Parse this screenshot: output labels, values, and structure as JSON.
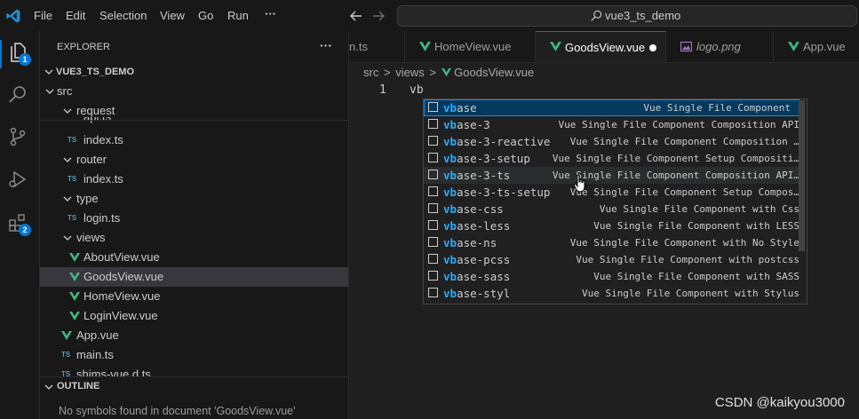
{
  "menu": {
    "file": "File",
    "edit": "Edit",
    "selection": "Selection",
    "view": "View",
    "go": "Go",
    "run": "Run",
    "more": "···"
  },
  "search": {
    "text": "vue3_ts_demo"
  },
  "activity": {
    "explorer_badge": "1",
    "extensions_badge": "2"
  },
  "sidebar": {
    "title": "EXPLORER",
    "more": "···",
    "project": "VUE3_TS_DEMO",
    "tree": [
      {
        "label": "src"
      },
      {
        "label": "request"
      },
      {
        "label": "api.ts"
      },
      {
        "label": "index.ts"
      },
      {
        "label": "router"
      },
      {
        "label": "index.ts"
      },
      {
        "label": "type"
      },
      {
        "label": "login.ts"
      },
      {
        "label": "views"
      },
      {
        "label": "AboutView.vue"
      },
      {
        "label": "GoodsView.vue"
      },
      {
        "label": "HomeView.vue"
      },
      {
        "label": "LoginView.vue"
      },
      {
        "label": "App.vue"
      },
      {
        "label": "main.ts"
      },
      {
        "label": "shims-vue.d.ts"
      }
    ],
    "ts_badge": "TS",
    "outline_title": "OUTLINE",
    "outline_empty": "No symbols found in document 'GoodsView.vue'"
  },
  "tabs": [
    {
      "label": "n.ts"
    },
    {
      "label": "HomeView.vue"
    },
    {
      "label": "GoodsView.vue"
    },
    {
      "label": "logo.png"
    },
    {
      "label": "App.vue"
    }
  ],
  "breadcrumb": {
    "part1": "src",
    "part2": "views",
    "part3": "GoodsView.vue",
    "sep": ">"
  },
  "editor": {
    "line_number": "1",
    "code": "vb"
  },
  "suggestions": {
    "match": "vb",
    "items": [
      {
        "rest": "ase",
        "detail": "Vue Single File Component"
      },
      {
        "rest": "ase-3",
        "detail": "Vue Single File Component Composition API"
      },
      {
        "rest": "ase-3-reactive",
        "detail": "Vue Single File Component Composition …"
      },
      {
        "rest": "ase-3-setup",
        "detail": "Vue Single File Component Setup Compositi…"
      },
      {
        "rest": "ase-3-ts",
        "detail": "Vue Single File Component Composition API…"
      },
      {
        "rest": "ase-3-ts-setup",
        "detail": "Vue Single File Component Setup Compos…"
      },
      {
        "rest": "ase-css",
        "detail": "Vue Single File Component with Css"
      },
      {
        "rest": "ase-less",
        "detail": "Vue Single File Component with LESS"
      },
      {
        "rest": "ase-ns",
        "detail": "Vue Single File Component with No Style"
      },
      {
        "rest": "ase-pcss",
        "detail": "Vue Single File Component with postcss"
      },
      {
        "rest": "ase-sass",
        "detail": "Vue Single File Component with SASS"
      },
      {
        "rest": "ase-styl",
        "detail": "Vue Single File Component with Stylus"
      }
    ]
  },
  "watermark": "CSDN @kaikyou3000",
  "colors": {
    "accent": "#0078d4",
    "vue_green": "#41b883",
    "ts_blue": "#519aba",
    "match_blue": "#2aaaff"
  }
}
